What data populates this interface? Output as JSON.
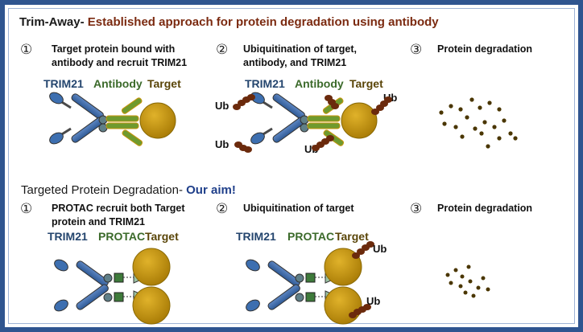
{
  "top": {
    "title_prefix": "Trim-Away-",
    "title_accent": " Established approach for protein degradation using antibody",
    "steps": [
      {
        "num": "①",
        "text_line1": "Target protein bound with",
        "text_line2": "antibody and recruit TRIM21"
      },
      {
        "num": "②",
        "text_line1": "Ubiquitination  of target,",
        "text_line2": "antibody, and TRIM21"
      },
      {
        "num": "③",
        "text_line1": "Protein degradation",
        "text_line2": ""
      }
    ],
    "labels": {
      "trim21": "TRIM21",
      "antibody": "Antibody",
      "target": "Target"
    },
    "ub": "Ub"
  },
  "bottom": {
    "title_prefix": "Targeted Protein Degradation-",
    "title_accent": " Our aim!",
    "steps": [
      {
        "num": "①",
        "text_line1": "PROTAC recruit both Target",
        "text_line2": "protein and TRIM21"
      },
      {
        "num": "②",
        "text_line1": "Ubiquitination  of target",
        "text_line2": ""
      },
      {
        "num": "③",
        "text_line1": "Protein degradation",
        "text_line2": ""
      }
    ],
    "labels": {
      "trim21": "TRIM21",
      "protac": "PROTAC",
      "target": "Target"
    },
    "ub": "Ub"
  },
  "colors": {
    "frame": "#2f5590",
    "trim21_arm": "#3d6fb0",
    "trim21_body": "#4a6fa5",
    "antibody": "#6f9a2e",
    "target": "#c9960c",
    "ubiquitin": "#6b2a0c",
    "fragment": "#4a3600",
    "protac_block": "#3e7a3a",
    "protac_arrow": "#9cc3a4"
  }
}
